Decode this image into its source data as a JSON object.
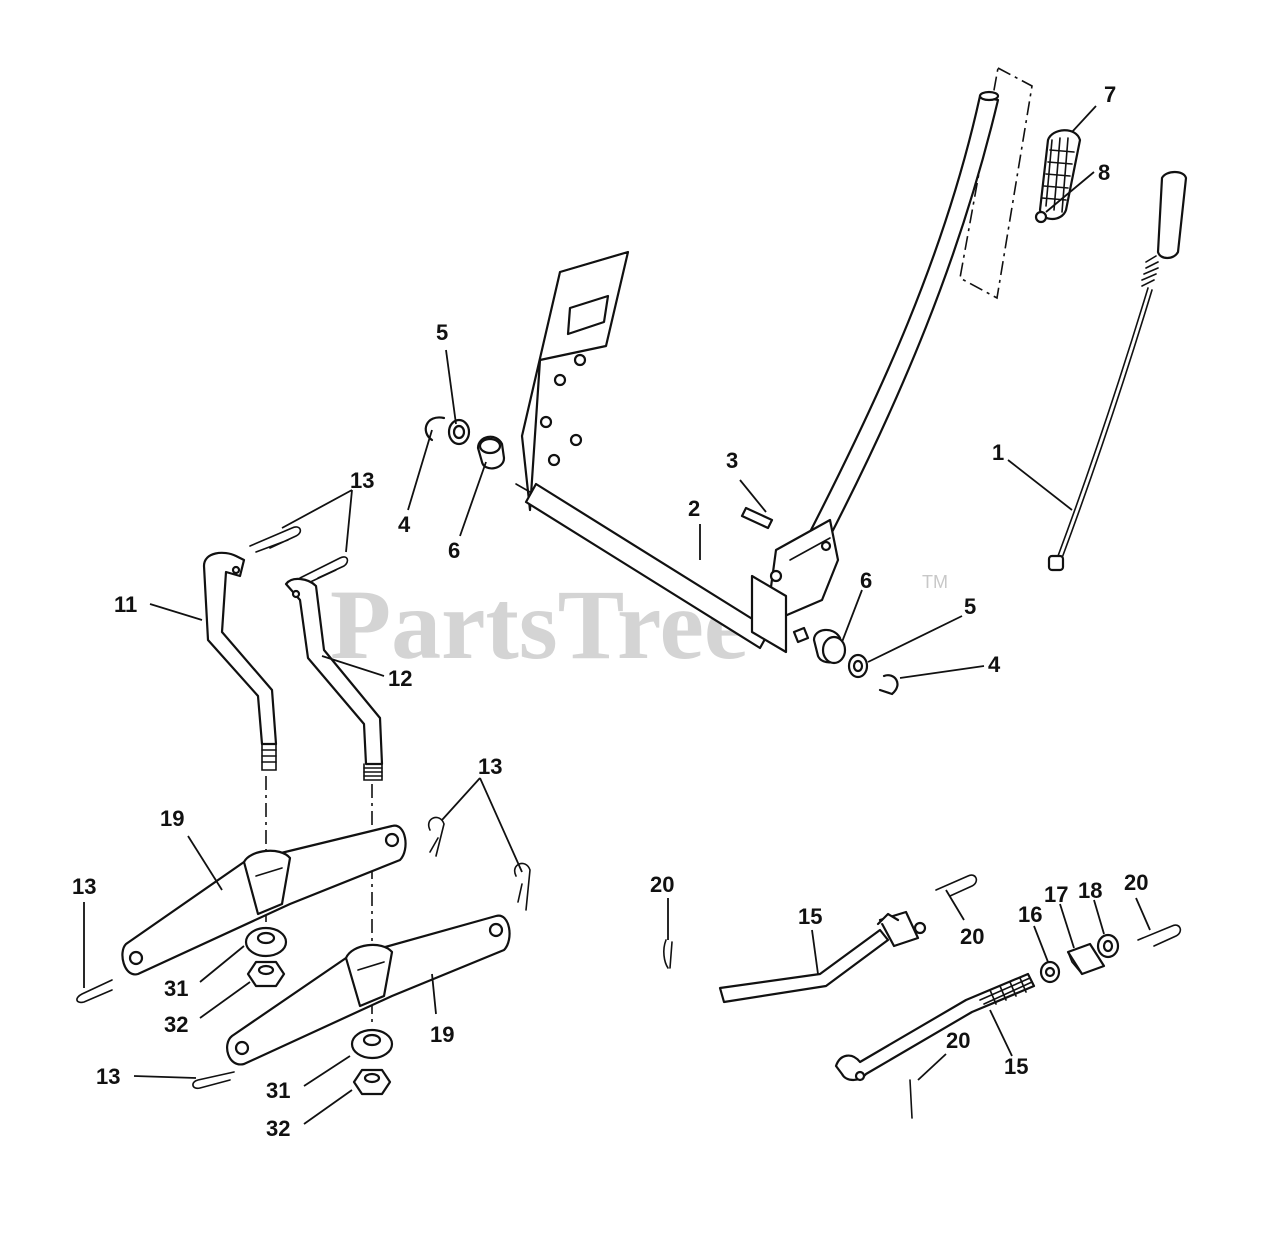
{
  "watermark": {
    "text": "PartsTree",
    "trademark": "TM"
  },
  "callouts": [
    {
      "id": "c-7",
      "text": "7"
    },
    {
      "id": "c-8",
      "text": "8"
    },
    {
      "id": "c-1",
      "text": "1"
    },
    {
      "id": "c-5a",
      "text": "5"
    },
    {
      "id": "c-4a",
      "text": "4"
    },
    {
      "id": "c-6a",
      "text": "6"
    },
    {
      "id": "c-3",
      "text": "3"
    },
    {
      "id": "c-2",
      "text": "2"
    },
    {
      "id": "c-13a",
      "text": "13"
    },
    {
      "id": "c-11",
      "text": "11"
    },
    {
      "id": "c-12",
      "text": "12"
    },
    {
      "id": "c-6b",
      "text": "6"
    },
    {
      "id": "c-5b",
      "text": "5"
    },
    {
      "id": "c-4b",
      "text": "4"
    },
    {
      "id": "c-13b",
      "text": "13"
    },
    {
      "id": "c-19a",
      "text": "19"
    },
    {
      "id": "c-13c",
      "text": "13"
    },
    {
      "id": "c-31a",
      "text": "31"
    },
    {
      "id": "c-32a",
      "text": "32"
    },
    {
      "id": "c-19b",
      "text": "19"
    },
    {
      "id": "c-13d",
      "text": "13"
    },
    {
      "id": "c-31b",
      "text": "31"
    },
    {
      "id": "c-32b",
      "text": "32"
    },
    {
      "id": "c-20a",
      "text": "20"
    },
    {
      "id": "c-15a",
      "text": "15"
    },
    {
      "id": "c-20b",
      "text": "20"
    },
    {
      "id": "c-16",
      "text": "16"
    },
    {
      "id": "c-17",
      "text": "17"
    },
    {
      "id": "c-18",
      "text": "18"
    },
    {
      "id": "c-20c",
      "text": "20"
    },
    {
      "id": "c-20d",
      "text": "20"
    },
    {
      "id": "c-15b",
      "text": "15"
    }
  ]
}
